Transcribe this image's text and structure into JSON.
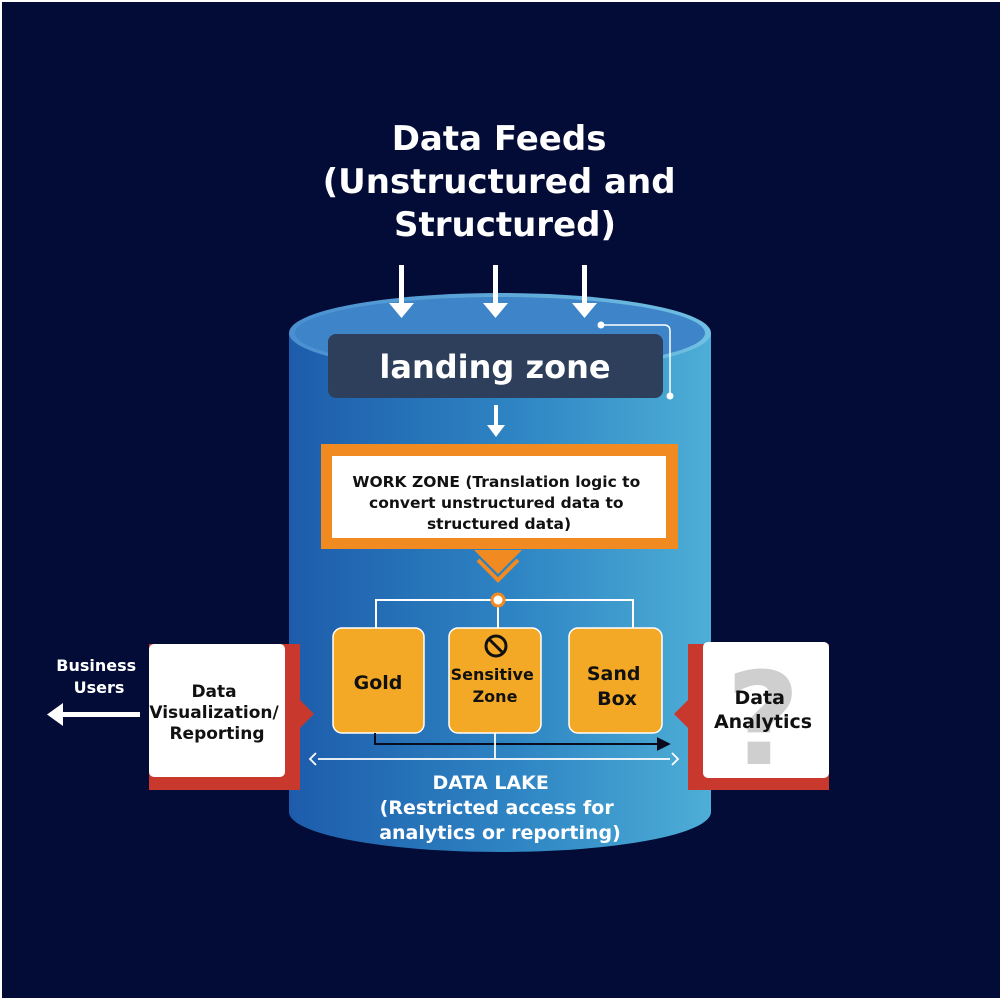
{
  "title": {
    "lines": [
      "Data Feeds",
      "(Unstructured and",
      "Structured)"
    ]
  },
  "landing_zone": {
    "label": "landing zone"
  },
  "work_zone": {
    "lines": [
      "WORK ZONE (Translation logic to",
      "convert unstructured data to",
      "structured data)"
    ]
  },
  "zones": {
    "gold": {
      "lines": [
        "Gold"
      ]
    },
    "sensitive": {
      "lines": [
        "Sensitive",
        "Zone"
      ]
    },
    "sandbox": {
      "lines": [
        "Sand",
        "Box"
      ]
    }
  },
  "left_panel": {
    "lines": [
      "Data",
      "Visualization/",
      "Reporting"
    ]
  },
  "right_panel": {
    "lines": [
      "Data",
      "Analytics"
    ],
    "watermark": "?"
  },
  "business_users": {
    "lines": [
      "Business",
      "Users"
    ]
  },
  "data_lake": {
    "lines": [
      "DATA LAKE",
      "(Restricted access for",
      "analytics or reporting)"
    ]
  },
  "colors": {
    "background": "#020c36",
    "cylinder_left": "#1f5fad",
    "cylinder_right": "#4aa8d3",
    "landing_zone": "#2d3f5a",
    "orange": "#f28a22",
    "zone_fill": "#f3a925",
    "panel_accent": "#c8382c",
    "white": "#ffffff",
    "text_dark": "#111111"
  },
  "icons": {
    "sensitive": "no-entry-icon",
    "analytics_watermark": "question-mark-icon"
  }
}
